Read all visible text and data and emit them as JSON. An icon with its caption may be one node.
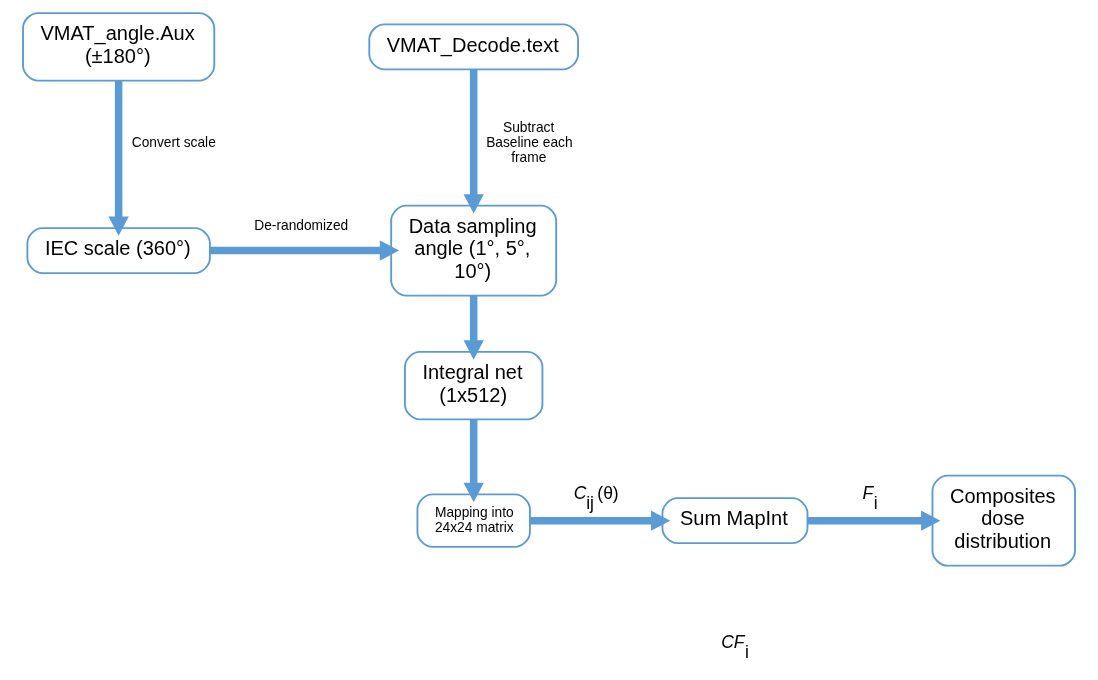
{
  "diagram": {
    "nodes": [
      {
        "text": [
          "VMAT_angle.Aux (±180°)"
        ]
      },
      {
        "text": [
          "VMAT_Decode.text"
        ]
      },
      {
        "text": [
          "IEC scale (360°)"
        ]
      },
      {
        "text": [
          "Data sampling angle (1°, 5°, 10°)"
        ]
      },
      {
        "text": [
          "Integral net (1x512)"
        ]
      },
      {
        "text": [
          "Mapping into 24x24 matrix"
        ]
      },
      {
        "text": [
          "Sum MapInt"
        ]
      },
      {
        "text": [
          "Composites dose distribution"
        ]
      }
    ],
    "edges": [
      {
        "from": 0,
        "to": 2,
        "arrow": "to",
        "label": "Convert scale"
      },
      {
        "from": 1,
        "to": 3,
        "arrow": "to",
        "label": "Subtract Baseline each frame"
      },
      {
        "from": 2,
        "to": 3,
        "arrow": "to",
        "label": "De-randomized"
      },
      {
        "from": 3,
        "to": 4,
        "arrow": "to"
      },
      {
        "from": 4,
        "to": 5,
        "arrow": "to"
      },
      {
        "from": 5,
        "to": 6,
        "arrow": "to",
        "label": "*C*$_{ij}$ (θ)"
      },
      {
        "from": 6,
        "to": 7,
        "arrow": "to",
        "label": "*F*$_{i}$"
      }
    ],
    "labels": [
      "*CF*$_{i}$"
    ]
  }
}
